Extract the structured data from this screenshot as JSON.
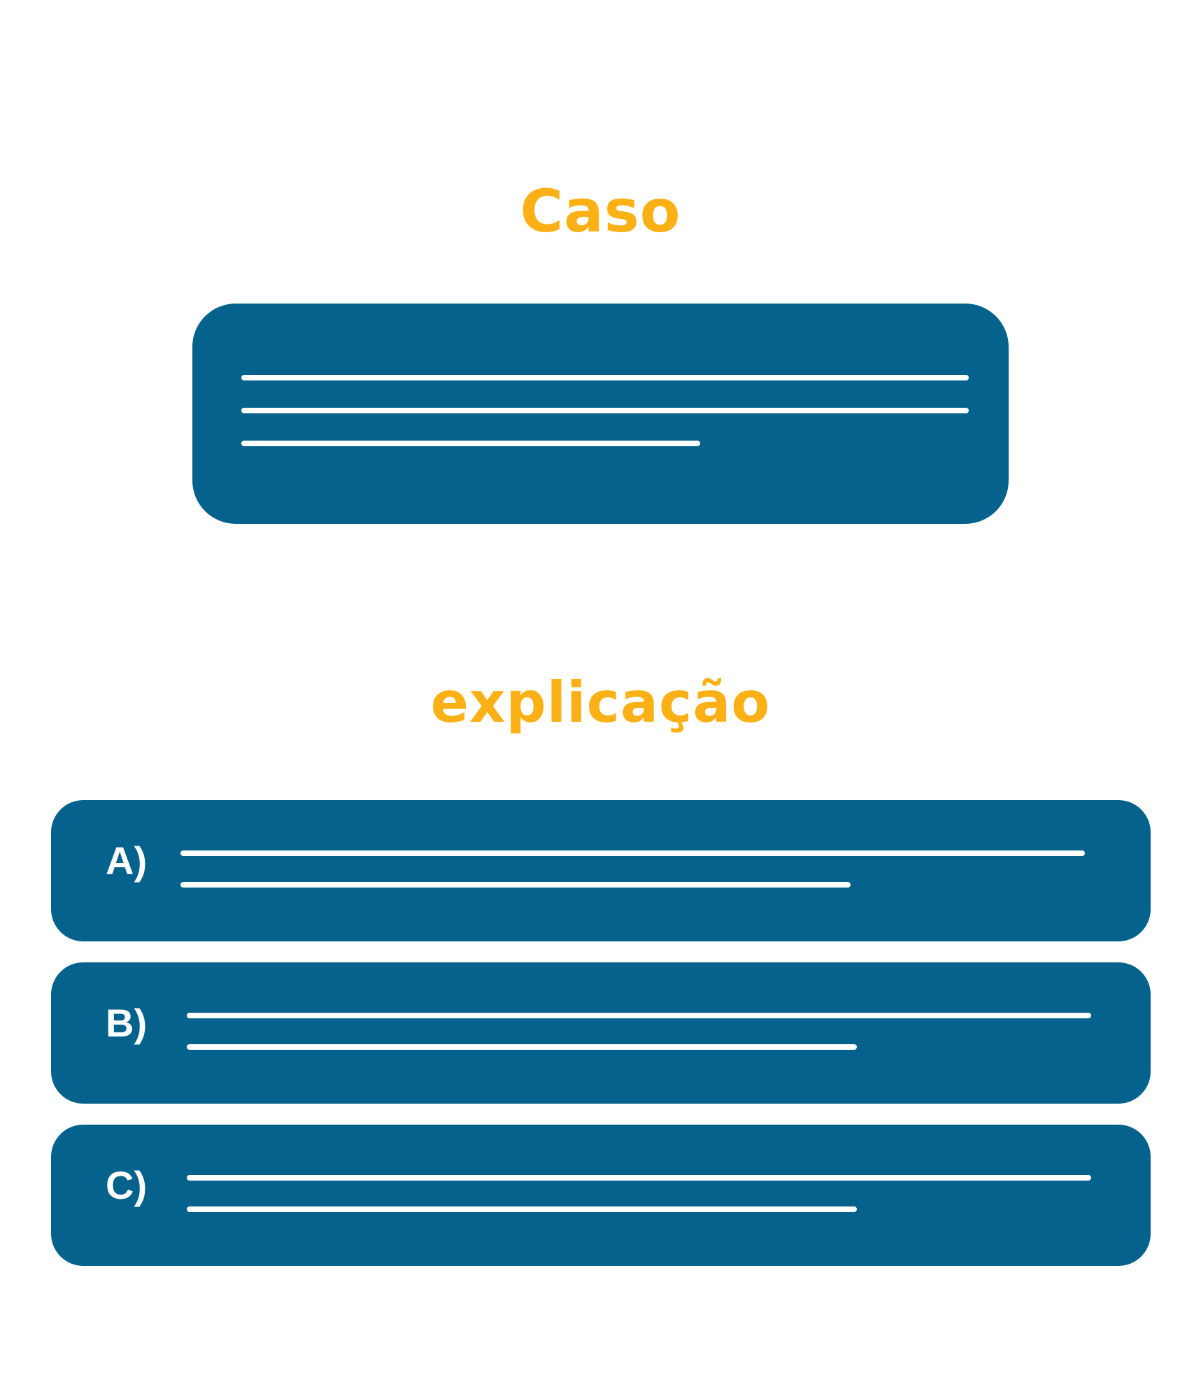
{
  "case": {
    "title": "Caso",
    "text_lines": 3
  },
  "explanation": {
    "title": "explicação"
  },
  "options": [
    {
      "label": "A)",
      "text_lines": 2
    },
    {
      "label": "B)",
      "text_lines": 2
    },
    {
      "label": "C)",
      "text_lines": 2
    }
  ],
  "colors": {
    "heading": "#fbb116",
    "panel": "#04628c",
    "placeholder_line": "#ffffff",
    "background": "#ffffff"
  }
}
